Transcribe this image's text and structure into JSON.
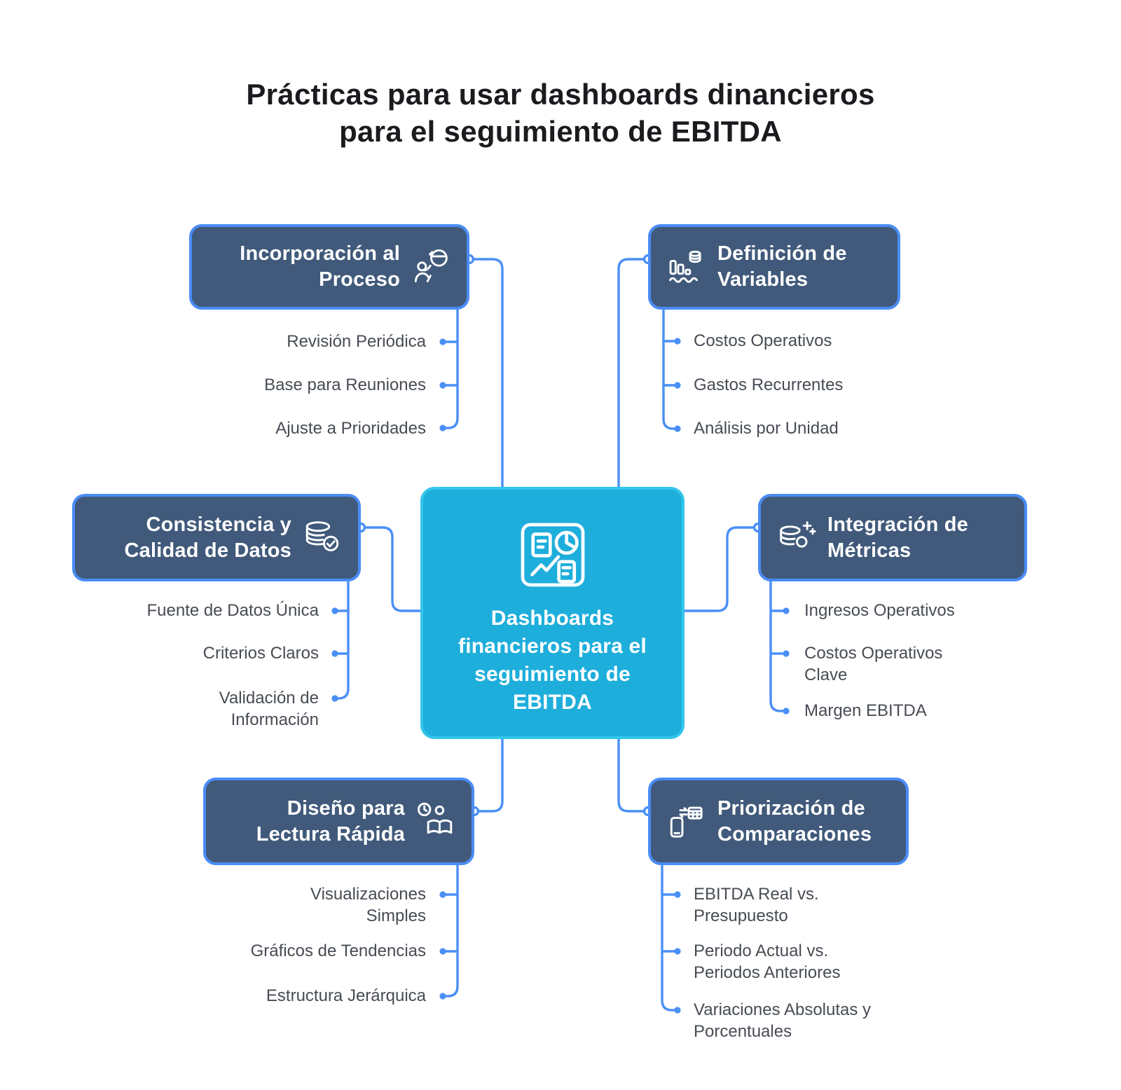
{
  "title": "Prácticas para usar dashboards dinancieros\npara el seguimiento de EBITDA",
  "center": {
    "label": "Dashboards\nfinancieros para el\nseguimiento de\nEBITDA",
    "icon": "dashboard-icon"
  },
  "branches": [
    {
      "title": "Incorporación al\nProceso",
      "icon": "person-process-clock-icon",
      "children": [
        "Revisión Periódica",
        "Base para Reuniones",
        "Ajuste a Prioridades"
      ]
    },
    {
      "title": "Definición de\nVariables",
      "icon": "bar-chart-database-icon",
      "children": [
        "Costos Operativos",
        "Gastos Recurrentes",
        "Análisis por Unidad"
      ]
    },
    {
      "title": "Consistencia y\nCalidad de Datos",
      "icon": "database-check-icon",
      "children": [
        "Fuente de Datos Única",
        "Criterios Claros",
        "Validación de\nInformación"
      ]
    },
    {
      "title": "Integración de\nMétricas",
      "icon": "database-sparkles-icon",
      "children": [
        "Ingresos Operativos",
        "Costos Operativos\nClave",
        "Margen EBITDA"
      ]
    },
    {
      "title": "Diseño para\nLectura Rápida",
      "icon": "reading-time-icon",
      "children": [
        "Visualizaciones\nSimples",
        "Gráficos de Tendencias",
        "Estructura Jerárquica"
      ]
    },
    {
      "title": "Priorización de\nComparaciones",
      "icon": "phone-comparison-icon",
      "children": [
        "EBITDA Real vs.\nPresupuesto",
        "Periodo Actual vs.\nPeriodos Anteriores",
        "Variaciones Absolutas y\nPorcentuales"
      ]
    }
  ],
  "colors": {
    "background": "#FFFFFF",
    "branch_fill": "#415A7B",
    "branch_border": "#4B8CF5",
    "center_fill": "#1EAEDC",
    "center_border": "#33C5EC",
    "connector": "#4A8FF6",
    "child_text": "#474C54",
    "title_text": "#1A1B1E",
    "box_text": "#FFFFFF"
  }
}
